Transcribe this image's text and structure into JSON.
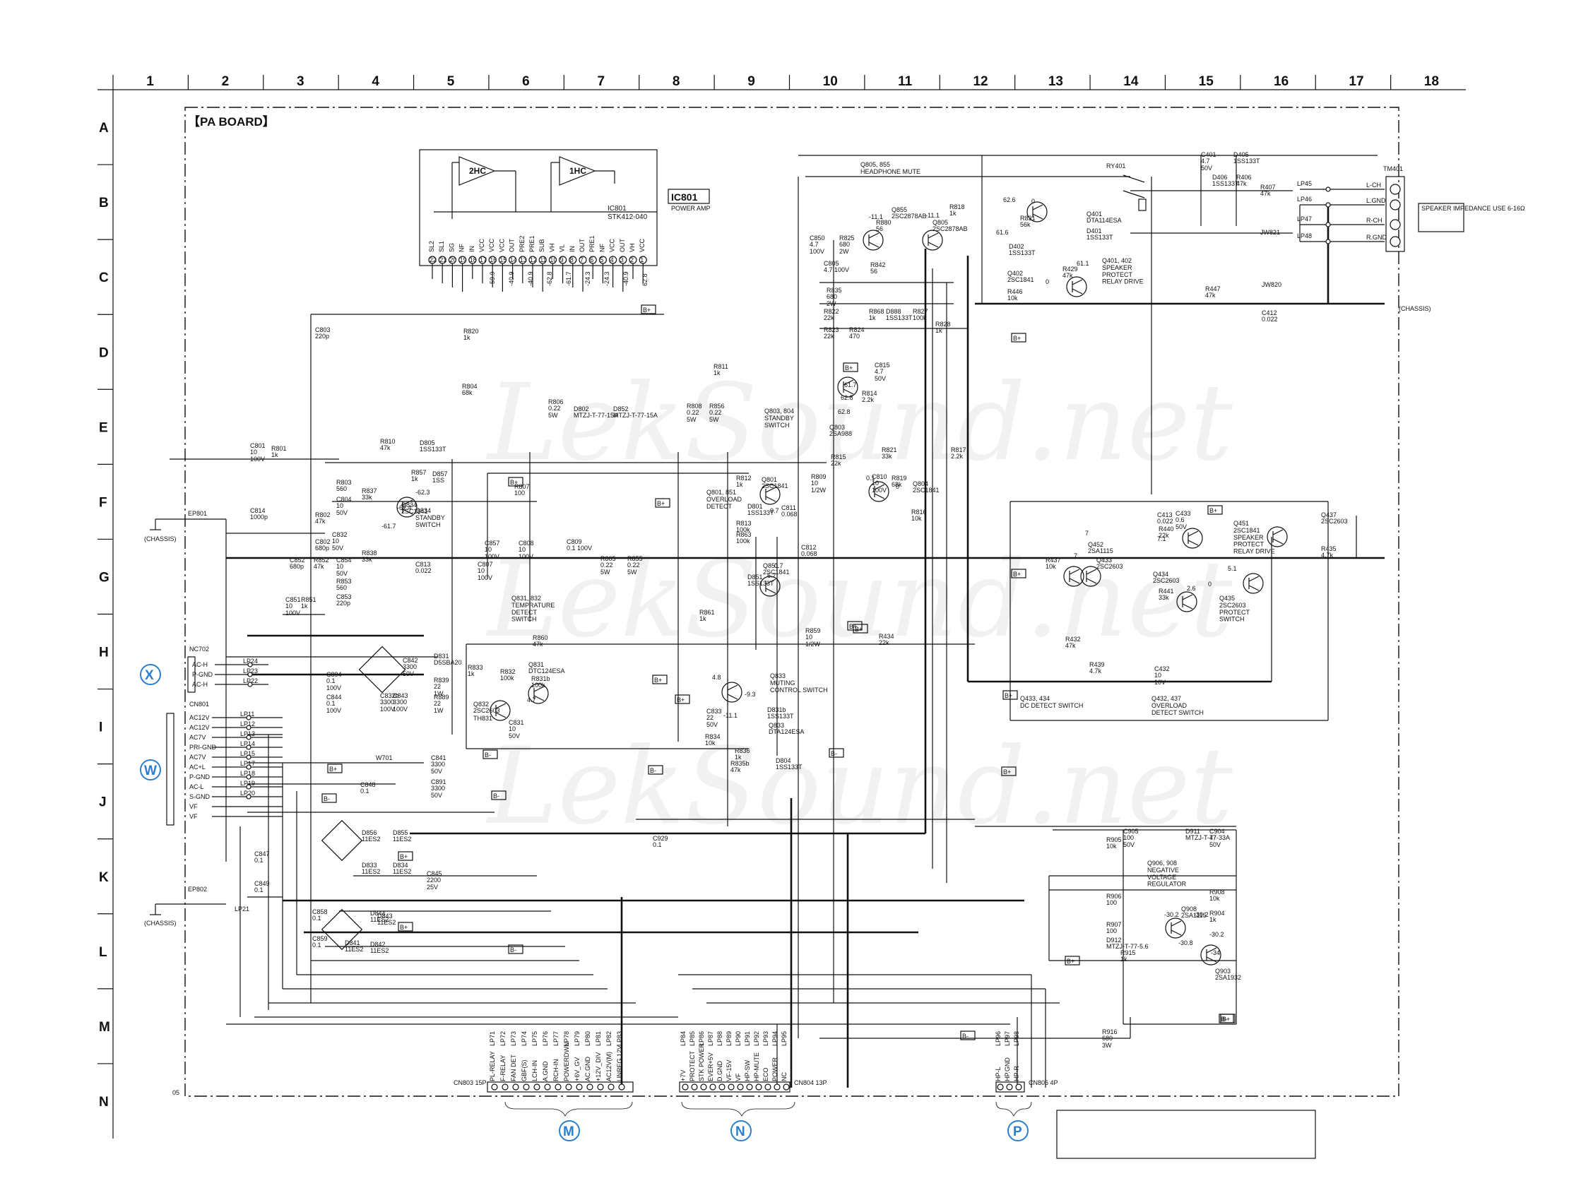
{
  "board": {
    "title": "【PA BOARD】"
  },
  "grid": {
    "columns": [
      "1",
      "2",
      "3",
      "4",
      "5",
      "6",
      "7",
      "8",
      "9",
      "10",
      "11",
      "12",
      "13",
      "14",
      "15",
      "16",
      "17",
      "18"
    ],
    "rows": [
      "A",
      "B",
      "C",
      "D",
      "E",
      "F",
      "G",
      "H",
      "I",
      "J",
      "K",
      "L",
      "M",
      "N"
    ]
  },
  "watermark": [
    "LekSound.net",
    "LekSound.net",
    "LekSound.net"
  ],
  "ic801": {
    "ref": "IC801",
    "part": "STK412-040",
    "desc": "POWER AMP",
    "amp_left": "2HC",
    "amp_right": "1HC",
    "box_label": "IC801",
    "box_sub": "POWER AMP",
    "pins": [
      "22",
      "21",
      "20",
      "19",
      "18",
      "17",
      "16",
      "15",
      "14",
      "13",
      "12",
      "11",
      "10",
      "9",
      "8",
      "7",
      "6",
      "5",
      "4",
      "3",
      "2",
      "1"
    ],
    "pin_names": [
      "SL2",
      "SL1",
      "SG",
      "NF",
      "IN",
      "VCC",
      "VCC",
      "VCC",
      "OUT",
      "PRE2",
      "PRE1",
      "SUB",
      "VH",
      "VL",
      "IN",
      "OUT",
      "PRE1",
      "NF",
      "VCC",
      "OUT",
      "VH",
      "VCC"
    ],
    "voltages": [
      "-59.9",
      "-40.9",
      "-40.9",
      "-62.8",
      "-61.7",
      "-24.3",
      "-24.3",
      "-40.9",
      "62.8"
    ]
  },
  "blocks": [
    {
      "title": "Q805, 855\nHEADPHONE MUTE"
    },
    {
      "title": "Q401, 402\nSPEAKER\nPROTECT\nRELAY DRIVE"
    },
    {
      "title": "Q803, 804\nSTANDBY\nSWITCH"
    },
    {
      "title": "Q801, 851\nOVERLOAD\nDETECT"
    },
    {
      "title": "Q834\nSTANDBY\nSWITCH"
    },
    {
      "title": "Q831, 832\nTEMPRATURE\nDETECT\nSWITCH"
    },
    {
      "title": "Q833\nMUTING\nCONTROL SWITCH"
    },
    {
      "title": "Q433, 434\nDC DETECT SWITCH"
    },
    {
      "title": "Q432, 437\nOVERLOAD\nDETECT SWITCH"
    },
    {
      "title": "Q451\n2SC1841\nSPEAKER\nPROTECT\nRELAY DRIVE"
    },
    {
      "title": "Q435\n2SC2603\nPROTECT\nSWITCH"
    },
    {
      "title": "Q906, 908\nNEGATIVE\nVOLTAGE\nREGULATOR"
    }
  ],
  "relay": {
    "ref": "RY401"
  },
  "speaker_terminal": {
    "ref": "TM401",
    "pins": [
      "L-CH",
      "L.GND",
      "R-CH",
      "R.GND"
    ],
    "lps": [
      "LP45",
      "LP46",
      "LP47",
      "LP48"
    ],
    "note": "SPEAKER\nIMPEDANCE\nUSE 6-16Ω",
    "chassis": "(CHASSIS)"
  },
  "ac_connector": {
    "ref": "NC702",
    "pins": [
      "AC-H",
      "P-GND",
      "AC-H"
    ],
    "lps": [
      "LP24",
      "LP23",
      "LP22"
    ],
    "badge": "X"
  },
  "cn801": {
    "ref": "CN801",
    "pins": [
      "AC12V",
      "AC12V",
      "AC7V",
      "PRI-GND",
      "AC7V",
      "AC+L",
      "P-GND",
      "AC-L",
      "S-GND",
      "VF",
      "VF"
    ],
    "lps": [
      "LP11",
      "LP12",
      "LP13",
      "LP14",
      "LP15",
      "LP17",
      "LP18",
      "LP19",
      "LP20"
    ],
    "badge": "W"
  },
  "ep801": {
    "ref": "EP801",
    "chassis": "(CHASSIS)"
  },
  "ep802": {
    "ref": "EP802",
    "chassis": "(CHASSIS)",
    "lp": "LP21"
  },
  "cn803": {
    "ref": "CN803\n15P",
    "lps": [
      "LP71",
      "LP72",
      "LP73",
      "LP74",
      "LP75",
      "LP76",
      "LP77",
      "LP78",
      "LP79",
      "LP80",
      "LP81",
      "LP82",
      "LP83"
    ],
    "pins": [
      "PL-RELAY",
      "F-RELAY",
      "FAN DET",
      "GBF(S)",
      "LCH-IN",
      "A.GND",
      "RCH-IN",
      "POWERDWN",
      "+6V_GV",
      "AC.GND",
      "+12V_DIV",
      "AC12V(M)",
      "UNREG.12V"
    ],
    "badge": "M"
  },
  "cn804": {
    "ref": "CN804\n13P",
    "lps": [
      "LP84",
      "LP85",
      "LP86",
      "LP87",
      "LP88",
      "LP89",
      "LP90",
      "LP91",
      "LP92",
      "LP93",
      "LP94",
      "LP95"
    ],
    "pins": [
      "+7V",
      "PROTECT",
      "STK POWER",
      "EVER+5V",
      "D.GND",
      "VF-15V",
      "VF",
      "HP-SW",
      "HP-MUTE",
      "ECO",
      "POWER",
      "NC"
    ],
    "badge": "N"
  },
  "cn806": {
    "ref": "CN806\n4P",
    "lps": [
      "LP96",
      "LP97",
      "LP98"
    ],
    "pins": [
      "HP-L",
      "HP.GND",
      "HP-R"
    ],
    "badge": "P"
  },
  "components": [
    {
      "ref": "R820",
      "val": "1k"
    },
    {
      "ref": "C803",
      "val": "220p"
    },
    {
      "ref": "R804",
      "val": "68k"
    },
    {
      "ref": "R811",
      "val": "1k"
    },
    {
      "ref": "R806",
      "val": "0.22\n5W"
    },
    {
      "ref": "R808",
      "val": "0.22\n5W"
    },
    {
      "ref": "R856",
      "val": "0.22\n5W"
    },
    {
      "ref": "D802",
      "val": "MTZJ-T-77-15A"
    },
    {
      "ref": "D852",
      "val": "MTZJ-T-77-15A"
    },
    {
      "ref": "R810",
      "val": "47k"
    },
    {
      "ref": "D805",
      "val": "1SS133T"
    },
    {
      "ref": "C801",
      "val": "10\n100V"
    },
    {
      "ref": "R801",
      "val": "1k"
    },
    {
      "ref": "R803",
      "val": "560"
    },
    {
      "ref": "R857",
      "val": "1k"
    },
    {
      "ref": "D857",
      "val": "1SS"
    },
    {
      "ref": "C804",
      "val": "10\n50V"
    },
    {
      "ref": "R837",
      "val": "33k"
    },
    {
      "ref": "Q834",
      "val": "2SC1841"
    },
    {
      "ref": "C814",
      "val": "1000p"
    },
    {
      "ref": "R802",
      "val": "47k"
    },
    {
      "ref": "C802",
      "val": "680p"
    },
    {
      "ref": "C832",
      "val": "10\n50V"
    },
    {
      "ref": "R838",
      "val": "33k"
    },
    {
      "ref": "C852",
      "val": "680p"
    },
    {
      "ref": "R852",
      "val": "47k"
    },
    {
      "ref": "C854",
      "val": "10\n50V"
    },
    {
      "ref": "R853",
      "val": "560"
    },
    {
      "ref": "C853",
      "val": "220p"
    },
    {
      "ref": "C851",
      "val": "10\n100V"
    },
    {
      "ref": "R851",
      "val": "1k"
    },
    {
      "ref": "C813",
      "val": "0.022"
    },
    {
      "ref": "R807",
      "val": "100"
    },
    {
      "ref": "C857",
      "val": "10\n100V"
    },
    {
      "ref": "C808",
      "val": "10\n100V"
    },
    {
      "ref": "C807",
      "val": "10\n100V"
    },
    {
      "ref": "C809",
      "val": "0.1 100V"
    },
    {
      "ref": "R805",
      "val": "0.22\n5W"
    },
    {
      "ref": "R855",
      "val": "0.22\n5W"
    },
    {
      "ref": "R860",
      "val": "47k"
    },
    {
      "ref": "R861",
      "val": "1k"
    },
    {
      "ref": "R863",
      "val": "100k"
    },
    {
      "ref": "R813",
      "val": "100k"
    },
    {
      "ref": "R812",
      "val": "1k"
    },
    {
      "ref": "Q801",
      "val": "2SC1841"
    },
    {
      "ref": "D801",
      "val": "1SS133T"
    },
    {
      "ref": "C811",
      "val": "0.068"
    },
    {
      "ref": "C812",
      "val": "0.068"
    },
    {
      "ref": "D851",
      "val": "1SS133T"
    },
    {
      "ref": "Q851",
      "val": "2SC1841"
    },
    {
      "ref": "R809",
      "val": "10\n1/2W"
    },
    {
      "ref": "R859",
      "val": "10\n1/2W"
    },
    {
      "ref": "C850",
      "val": "4.7\n100V"
    },
    {
      "ref": "R825",
      "val": "680\n2W"
    },
    {
      "ref": "C805",
      "val": "4.7 100V"
    },
    {
      "ref": "R835",
      "val": "680\n2W"
    },
    {
      "ref": "R822",
      "val": "22k"
    },
    {
      "ref": "R823",
      "val": "22k"
    },
    {
      "ref": "R824",
      "val": "470"
    },
    {
      "ref": "R842",
      "val": "56"
    },
    {
      "ref": "R880",
      "val": "56"
    },
    {
      "ref": "Q805",
      "val": "2SC2878AB"
    },
    {
      "ref": "Q855",
      "val": "2SC2878AB"
    },
    {
      "ref": "R818",
      "val": "1k"
    },
    {
      "ref": "R868",
      "val": "1k"
    },
    {
      "ref": "D888",
      "val": "1SS133T"
    },
    {
      "ref": "R827",
      "val": "100k"
    },
    {
      "ref": "R828",
      "val": "1k"
    },
    {
      "ref": "C815",
      "val": "4.7\n50V"
    },
    {
      "ref": "R814",
      "val": "2.2k"
    },
    {
      "ref": "Q803",
      "val": "2SA988"
    },
    {
      "ref": "R821",
      "val": "33k"
    },
    {
      "ref": "R815",
      "val": "22k"
    },
    {
      "ref": "C810",
      "val": "10\n100V"
    },
    {
      "ref": "R819",
      "val": "68k"
    },
    {
      "ref": "Q804",
      "val": "2SC1841"
    },
    {
      "ref": "R816",
      "val": "10k"
    },
    {
      "ref": "R817",
      "val": "2.2k"
    },
    {
      "ref": "R831",
      "val": "56k"
    },
    {
      "ref": "Q401",
      "val": "DTA114ESA"
    },
    {
      "ref": "D401",
      "val": "1SS133T"
    },
    {
      "ref": "D402",
      "val": "1SS133T"
    },
    {
      "ref": "R429",
      "val": "47k"
    },
    {
      "ref": "Q402",
      "val": "2SC1841"
    },
    {
      "ref": "R446",
      "val": "10k"
    },
    {
      "ref": "R447",
      "val": "47k"
    },
    {
      "ref": "C401",
      "val": "4.7\n50V"
    },
    {
      "ref": "D405",
      "val": "1SS133T"
    },
    {
      "ref": "D406",
      "val": "1SS133T"
    },
    {
      "ref": "R406",
      "val": "47k"
    },
    {
      "ref": "R407",
      "val": "47k"
    },
    {
      "ref": "JW821",
      "val": ""
    },
    {
      "ref": "JW820",
      "val": ""
    },
    {
      "ref": "C412",
      "val": "0.022"
    },
    {
      "ref": "C413",
      "val": "0.022"
    },
    {
      "ref": "C433",
      "val": "0.6\n50V"
    },
    {
      "ref": "R440",
      "val": "22k"
    },
    {
      "ref": "Q452",
      "val": "2SA1115"
    },
    {
      "ref": "R437",
      "val": "10k"
    },
    {
      "ref": "Q433",
      "val": "2SC2603"
    },
    {
      "ref": "Q434",
      "val": "2SC2603"
    },
    {
      "ref": "R441",
      "val": "33k"
    },
    {
      "ref": "Q437",
      "val": "2SC2603"
    },
    {
      "ref": "R435",
      "val": "4.7k"
    },
    {
      "ref": "R439",
      "val": "4.7k"
    },
    {
      "ref": "C432",
      "val": "10\n10V"
    },
    {
      "ref": "R434",
      "val": "22k"
    },
    {
      "ref": "R432",
      "val": "47k"
    },
    {
      "ref": "D831",
      "val": "D5SBA20"
    },
    {
      "ref": "C842",
      "val": "3300\n50V"
    },
    {
      "ref": "R839",
      "val": "22\n1W"
    },
    {
      "ref": "C894",
      "val": "0.1\n100V"
    },
    {
      "ref": "C844",
      "val": "0.1\n100V"
    },
    {
      "ref": "C832b",
      "val": "3300\n100V"
    },
    {
      "ref": "C843",
      "val": "3300\n100V"
    },
    {
      "ref": "R889",
      "val": "22\n1W"
    },
    {
      "ref": "R833",
      "val": "1k"
    },
    {
      "ref": "R832",
      "val": "100k"
    },
    {
      "ref": "Q831",
      "val": "DTC124ESA"
    },
    {
      "ref": "R831b",
      "val": "100k"
    },
    {
      "ref": "Q832",
      "val": "2SC2603"
    },
    {
      "ref": "TH831",
      "val": ""
    },
    {
      "ref": "C831",
      "val": "10\n50V"
    },
    {
      "ref": "C833",
      "val": "22\n50V"
    },
    {
      "ref": "R834",
      "val": "10k"
    },
    {
      "ref": "R836",
      "val": "1k"
    },
    {
      "ref": "R835b",
      "val": "47k"
    },
    {
      "ref": "D804",
      "val": "1SS133T"
    },
    {
      "ref": "D831b",
      "val": "1SS133T"
    },
    {
      "ref": "Q833",
      "val": "DTA124ESA"
    },
    {
      "ref": "W701",
      "val": ""
    },
    {
      "ref": "C841",
      "val": "3300\n50V"
    },
    {
      "ref": "C891",
      "val": "3300\n50V"
    },
    {
      "ref": "C848",
      "val": "0.1"
    },
    {
      "ref": "D856",
      "val": "11ES2"
    },
    {
      "ref": "D855",
      "val": "11ES2"
    },
    {
      "ref": "D833",
      "val": "11ES2"
    },
    {
      "ref": "D834",
      "val": "11ES2"
    },
    {
      "ref": "C845",
      "val": "2200\n25V"
    },
    {
      "ref": "C847",
      "val": "0.1"
    },
    {
      "ref": "C849",
      "val": "0.1"
    },
    {
      "ref": "C858",
      "val": "0.1"
    },
    {
      "ref": "C859",
      "val": "0.1"
    },
    {
      "ref": "D844",
      "val": "11ES2"
    },
    {
      "ref": "D843",
      "val": "11ES2"
    },
    {
      "ref": "D841",
      "val": "11ES2"
    },
    {
      "ref": "D842",
      "val": "11ES2"
    },
    {
      "ref": "C929",
      "val": "0.1"
    },
    {
      "ref": "R905",
      "val": "10k"
    },
    {
      "ref": "C905",
      "val": "100\n50V"
    },
    {
      "ref": "D911",
      "val": "MTZJ-T-77-33A"
    },
    {
      "ref": "C904",
      "val": "47\n50V"
    },
    {
      "ref": "R906",
      "val": "100"
    },
    {
      "ref": "R907",
      "val": "100"
    },
    {
      "ref": "R908",
      "val": "10k"
    },
    {
      "ref": "D912",
      "val": "MTZJ-T-77-5.6"
    },
    {
      "ref": "Q908",
      "val": "2SA1115"
    },
    {
      "ref": "R904",
      "val": "1k"
    },
    {
      "ref": "R915",
      "val": "1k"
    },
    {
      "ref": "Q903",
      "val": "2SA1932"
    },
    {
      "ref": "R916",
      "val": "680\n3W"
    }
  ],
  "voltage_marks": [
    "62.6",
    "61.6",
    "0",
    "-11.1",
    "-11.1",
    "61.7",
    "62.8",
    "62.8",
    "0.1",
    "0",
    "0.7",
    "0.7",
    "6.7",
    "-62.3",
    "-62.4",
    "-61.7",
    "4.7",
    "4.8",
    "-9.3",
    "-11.1",
    "7",
    "7.1",
    "7",
    "2.6",
    "5.1",
    "0",
    "-30.2",
    "-30.2",
    "-30.8",
    "-30.2",
    "-34",
    "61.1",
    "0"
  ],
  "bplus_tag": "B+",
  "bminus_tag": "B-",
  "date_code": "05"
}
